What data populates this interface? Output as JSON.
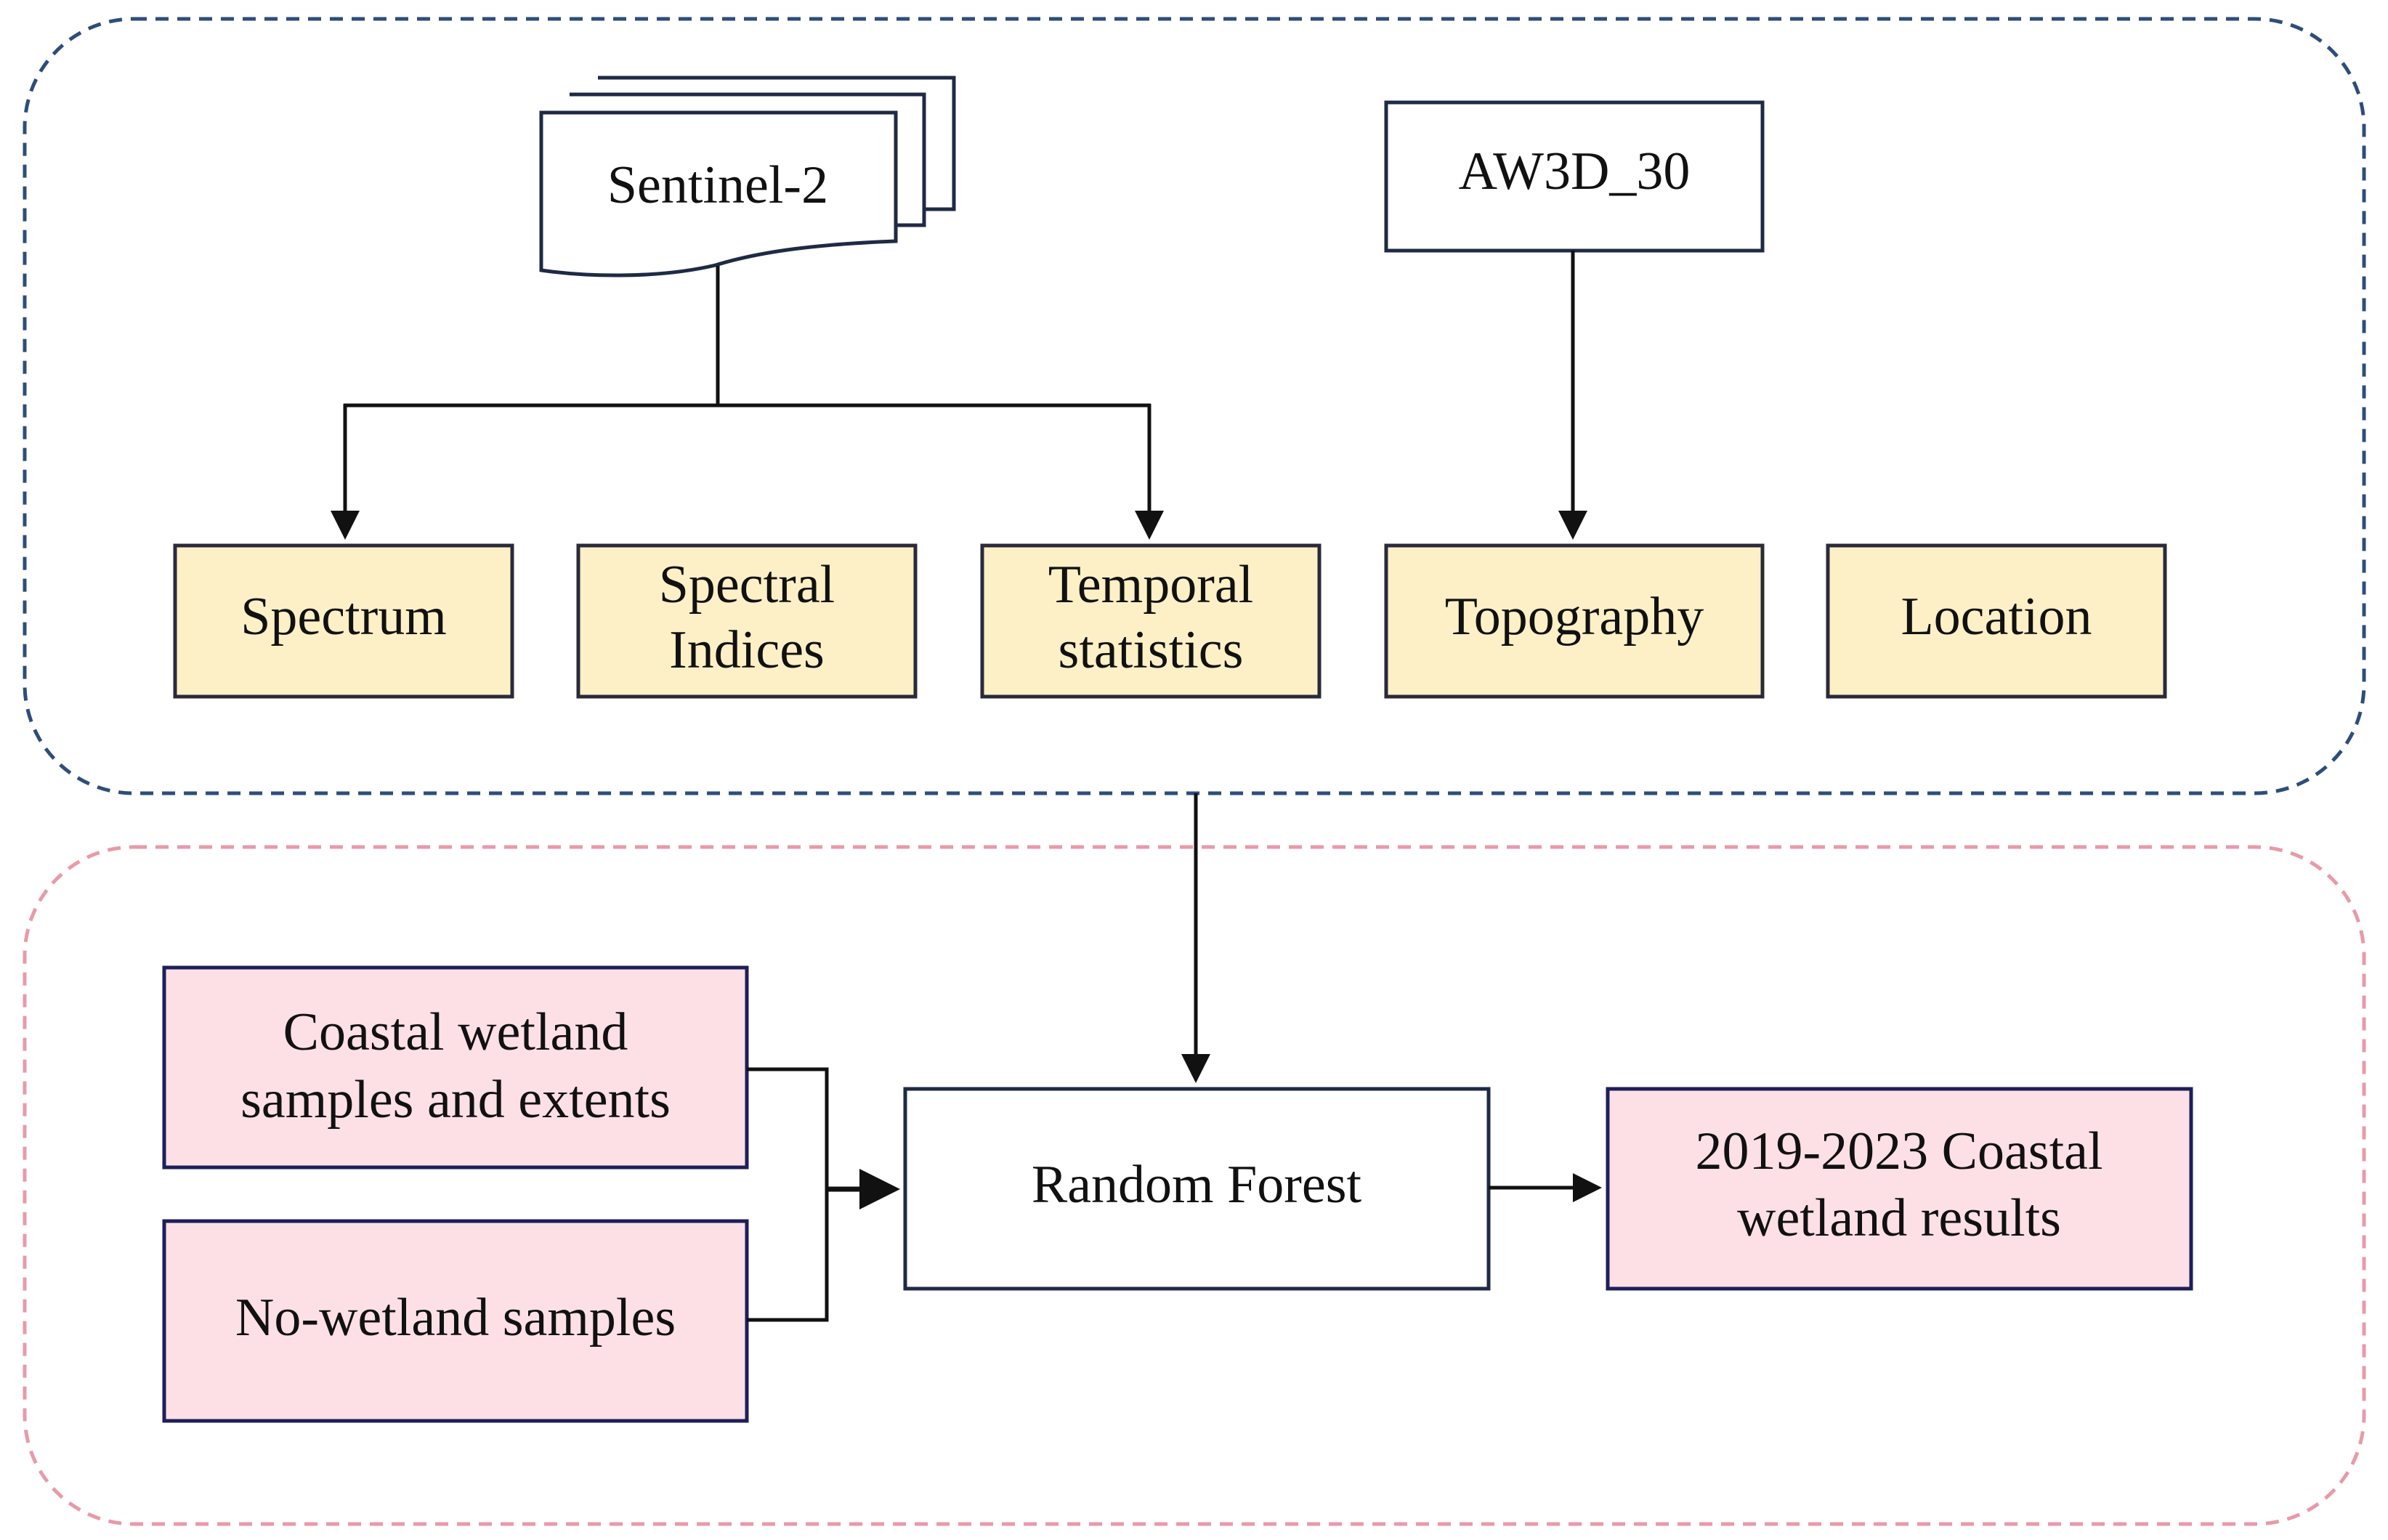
{
  "colors": {
    "feature_fill": "#fdf0c6",
    "feature_stroke": "#2a2a3a",
    "sample_fill": "#fde0e6",
    "sample_stroke": "#1c1f5a",
    "top_group_border": "#2e4d7a",
    "bottom_group_border": "#e89aa8",
    "arrow": "#111111"
  },
  "sources": {
    "sentinel": "Sentinel-2",
    "aw3d": "AW3D_30"
  },
  "features": {
    "spectrum": "Spectrum",
    "spectral_indices": [
      "Spectral",
      "Indices"
    ],
    "temporal_statistics": [
      "Temporal",
      "statistics"
    ],
    "topography": "Topography",
    "location": "Location"
  },
  "classification": {
    "coastal_samples": [
      "Coastal wetland",
      "samples and extents"
    ],
    "no_wetland_samples": "No-wetland samples",
    "model": "Random Forest",
    "result": [
      "2019-2023 Coastal",
      "wetland results"
    ]
  }
}
